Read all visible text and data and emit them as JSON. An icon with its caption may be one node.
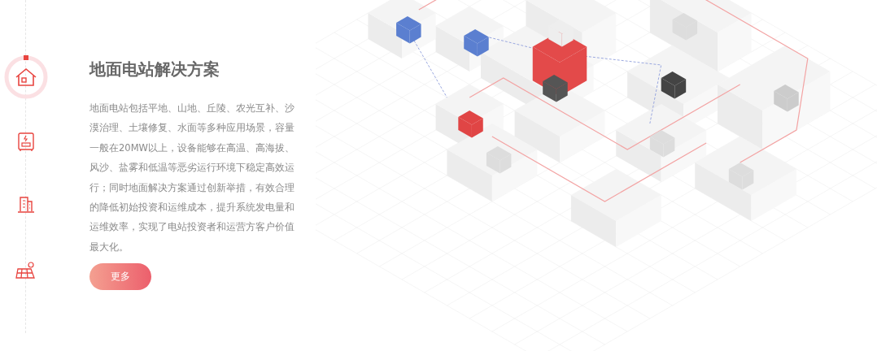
{
  "diagram": {
    "title": "地面电站解决方案",
    "labels": [
      "地面电站包括平地、山地、丘陵、农光互补、沙漠治理、土壤修复、水面等多种应用场景，容量一般在20MW以上，设备能够在高温、高海拔、风沙、盐雾和低温等恶劣运行环境下稳定高效运行；同时地面解决方案通过创新举措，有效合理的降低初始投资和运维成本，提升系统发电量和运维效率，实现了电站投资者和运营方客户价值最大化。",
      "更多"
    ]
  }
}
